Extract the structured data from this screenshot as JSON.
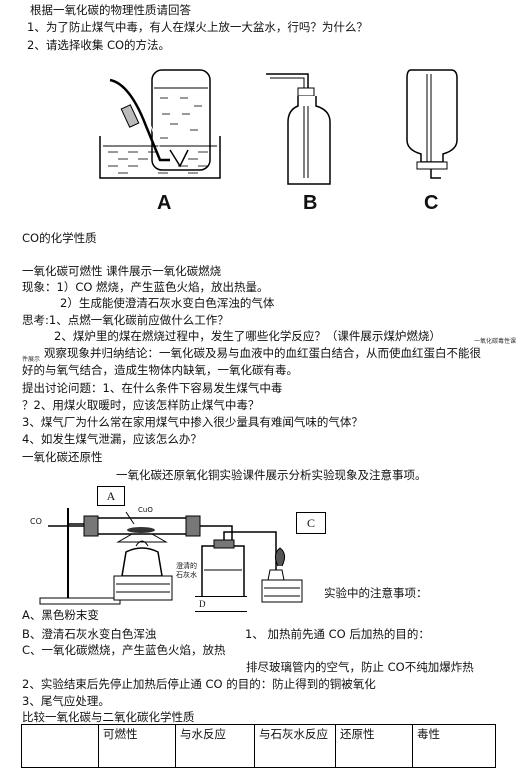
{
  "intro": "根据一氧化碳的物理性质请回答",
  "q1": "1、为了防止煤气中毒，有人在煤火上放一大盆水，行吗？为什么？",
  "q2": "2、请选择收集 CO的方法。",
  "figure_labels": [
    "A",
    "B",
    "C"
  ],
  "chem_title": "CO的化学性质",
  "combustion_heading": "一氧化碳可燃性      课件展示一氧化碳燃烧",
  "phenomenon_1": "现象：1）CO 燃烧，产生蓝色火焰，放出热量。",
  "phenomenon_2": "2）生成能使澄清石灰水变白色浑浊的气体",
  "think_1": "思考:1、点燃一氧化碳前应做什么工作？",
  "think_2": "2、煤炉里的煤在燃烧过程中，发生了哪些化学反应？（课件展示煤炉燃烧）",
  "think_2_small": "一氧化碳毒性课",
  "toxic_small": "件展示",
  "toxic_text_1": "观察现象并归纳结论：一氧化碳及易与血液中的血红蛋白结合，从而使血红蛋白不能很",
  "toxic_text_2": "好的与氧气结合，造成生物体内缺氧，一氧化碳有毒。",
  "discussion_1": "提出讨论问题：1、在什么条件下容易发生煤气中毒",
  "discussion_2": "？2、用煤火取暖时，应该怎样防止煤气中毒？",
  "discussion_3": "3、煤气厂为什么常在家用煤气中掺入很少量具有难闻气味的气体？",
  "discussion_4": "4、如发生煤气泄漏，应该怎么办？",
  "reduction_heading": "一氧化碳还原性",
  "reduction_desc": "一氧化碳还原氧化铜实验课件展示分析实验现象及注意事项。",
  "apparatus": {
    "box_a": "A",
    "box_c": "C",
    "label_d": "D",
    "co_label": "CO",
    "cuo_label": "CuO",
    "limewater_1": "澄清的",
    "limewater_2": "石灰水"
  },
  "notes_label": "实验中的注意事项：",
  "obs_a": "A、黑色粉末变",
  "obs_b": "B、澄清石灰水变白色浑浊",
  "note_1": "1、  加热前先通 CO 后加热的目的：",
  "obs_c": "C、一氧化碳燃烧，产生蓝色火焰，放热",
  "note_1_answer": "排尽玻璃管内的空气，防止 CO不纯加爆炸热",
  "note_2": "2、实验结束后先停止加热后停止通 CO 的目的：防止得到的铜被氧化",
  "note_3": "3、尾气应处理。",
  "compare_title": "比较一氧化碳与二氧化碳化学性质",
  "table_headers": [
    "",
    "可燃性",
    "与水反应",
    "与石灰水反应",
    "还原性",
    "毒性"
  ]
}
